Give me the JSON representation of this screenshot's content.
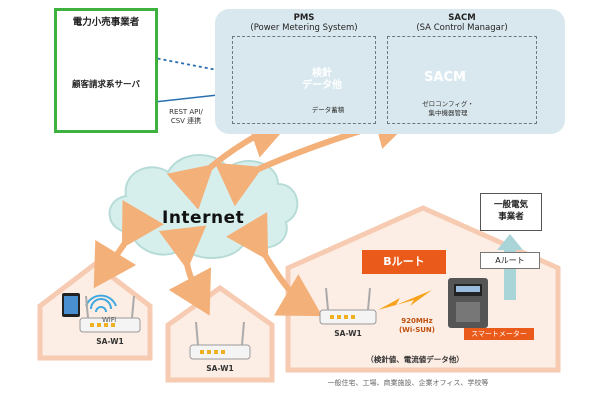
{
  "retailer": {
    "title": "電力小売事業者",
    "billing_server": "顧客請求系サーバ"
  },
  "pms": {
    "title": "PMS",
    "subtitle": "(Power Metering System)",
    "cylinder_line1": "検針",
    "cylinder_line2": "データ他",
    "caption": "データ蓄積"
  },
  "sacm": {
    "title": "SACM",
    "subtitle": "(SA Control Managar)",
    "cylinder_label": "SACM",
    "caption_line1": "ゼロコンフィグ・",
    "caption_line2": "集中機器管理"
  },
  "link": {
    "line1": "REST API/",
    "line2": "CSV 連携"
  },
  "internet_label": "Internet",
  "general_utility": {
    "line1": "一般電気",
    "line2": "事業者"
  },
  "a_route": "Aルート",
  "b_route": "Bルート",
  "wireless": {
    "line1": "920MHz",
    "line2": "(Wi-SUN)"
  },
  "smart_meter": "スマートメーター",
  "measurement": "（検針値、電流値データ他）",
  "facilities": "一般住宅、工場、商業施設、企業オフィス、学校等",
  "wifi_label": "WiFi",
  "devices": [
    "SA-W1",
    "SA-W1",
    "SA-W1"
  ],
  "colors": {
    "green": "#3fb13f",
    "orange": "#ea5a1a",
    "blue": "#2a6fb0",
    "panel": "#d9e8ee",
    "arrow": "#f3b079",
    "cloud": "#d6efec"
  }
}
